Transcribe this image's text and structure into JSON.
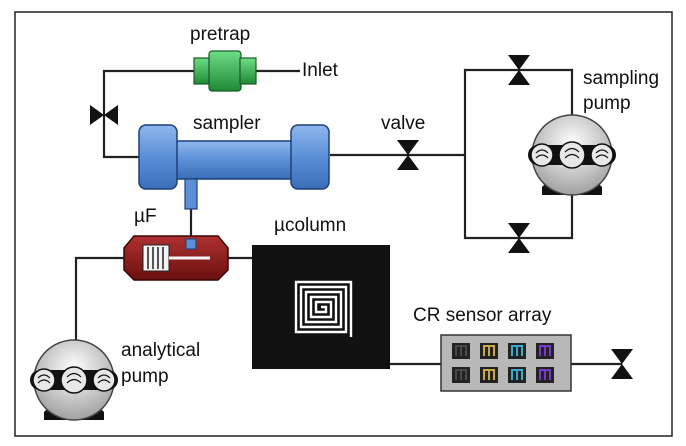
{
  "labels": {
    "pretrap": "pretrap",
    "inlet": "Inlet",
    "sampler": "sampler",
    "valve": "valve",
    "sampling_pump": "sampling\npump",
    "micro_focuser": "µF",
    "micro_column": "µcolumn",
    "sensor_array": "CR sensor array",
    "analytical_pump": "analytical\npump"
  },
  "colors": {
    "pretrap": "#2fb24a",
    "sampler": "#5b8fd6",
    "micro_focuser": "#8b1a1a",
    "sensor_chip_colors": [
      "#4a4a4a",
      "#c8a84a",
      "#3aa8c8",
      "#7a3ac8"
    ]
  },
  "icons": [
    "valve-icon",
    "pump-icon"
  ]
}
